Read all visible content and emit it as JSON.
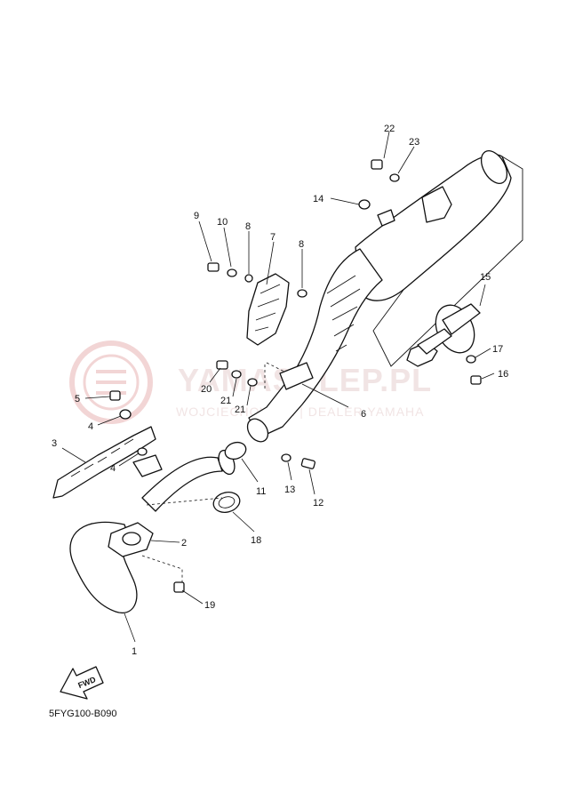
{
  "watermark": {
    "brand": "YAMASKLEP.PL",
    "tagline": "WOJCIECHOWICZ | DEALER YAMAHA",
    "color": "#e8b4b4"
  },
  "diagram_code": "5FYG100-B090",
  "fwd_label": "FWD",
  "callouts": [
    {
      "id": "c22",
      "label": "22"
    },
    {
      "id": "c23",
      "label": "23"
    },
    {
      "id": "c14",
      "label": "14"
    },
    {
      "id": "c9",
      "label": "9"
    },
    {
      "id": "c10",
      "label": "10"
    },
    {
      "id": "c8a",
      "label": "8"
    },
    {
      "id": "c7",
      "label": "7"
    },
    {
      "id": "c8b",
      "label": "8"
    },
    {
      "id": "c15",
      "label": "15"
    },
    {
      "id": "c17",
      "label": "17"
    },
    {
      "id": "c16",
      "label": "16"
    },
    {
      "id": "c20",
      "label": "20"
    },
    {
      "id": "c21a",
      "label": "21"
    },
    {
      "id": "c21b",
      "label": "21"
    },
    {
      "id": "c6",
      "label": "6"
    },
    {
      "id": "c5",
      "label": "5"
    },
    {
      "id": "c4a",
      "label": "4"
    },
    {
      "id": "c3",
      "label": "3"
    },
    {
      "id": "c4b",
      "label": "4"
    },
    {
      "id": "c11",
      "label": "11"
    },
    {
      "id": "c13",
      "label": "13"
    },
    {
      "id": "c12",
      "label": "12"
    },
    {
      "id": "c2",
      "label": "2"
    },
    {
      "id": "c18",
      "label": "18"
    },
    {
      "id": "c19",
      "label": "19"
    },
    {
      "id": "c1",
      "label": "1"
    }
  ]
}
